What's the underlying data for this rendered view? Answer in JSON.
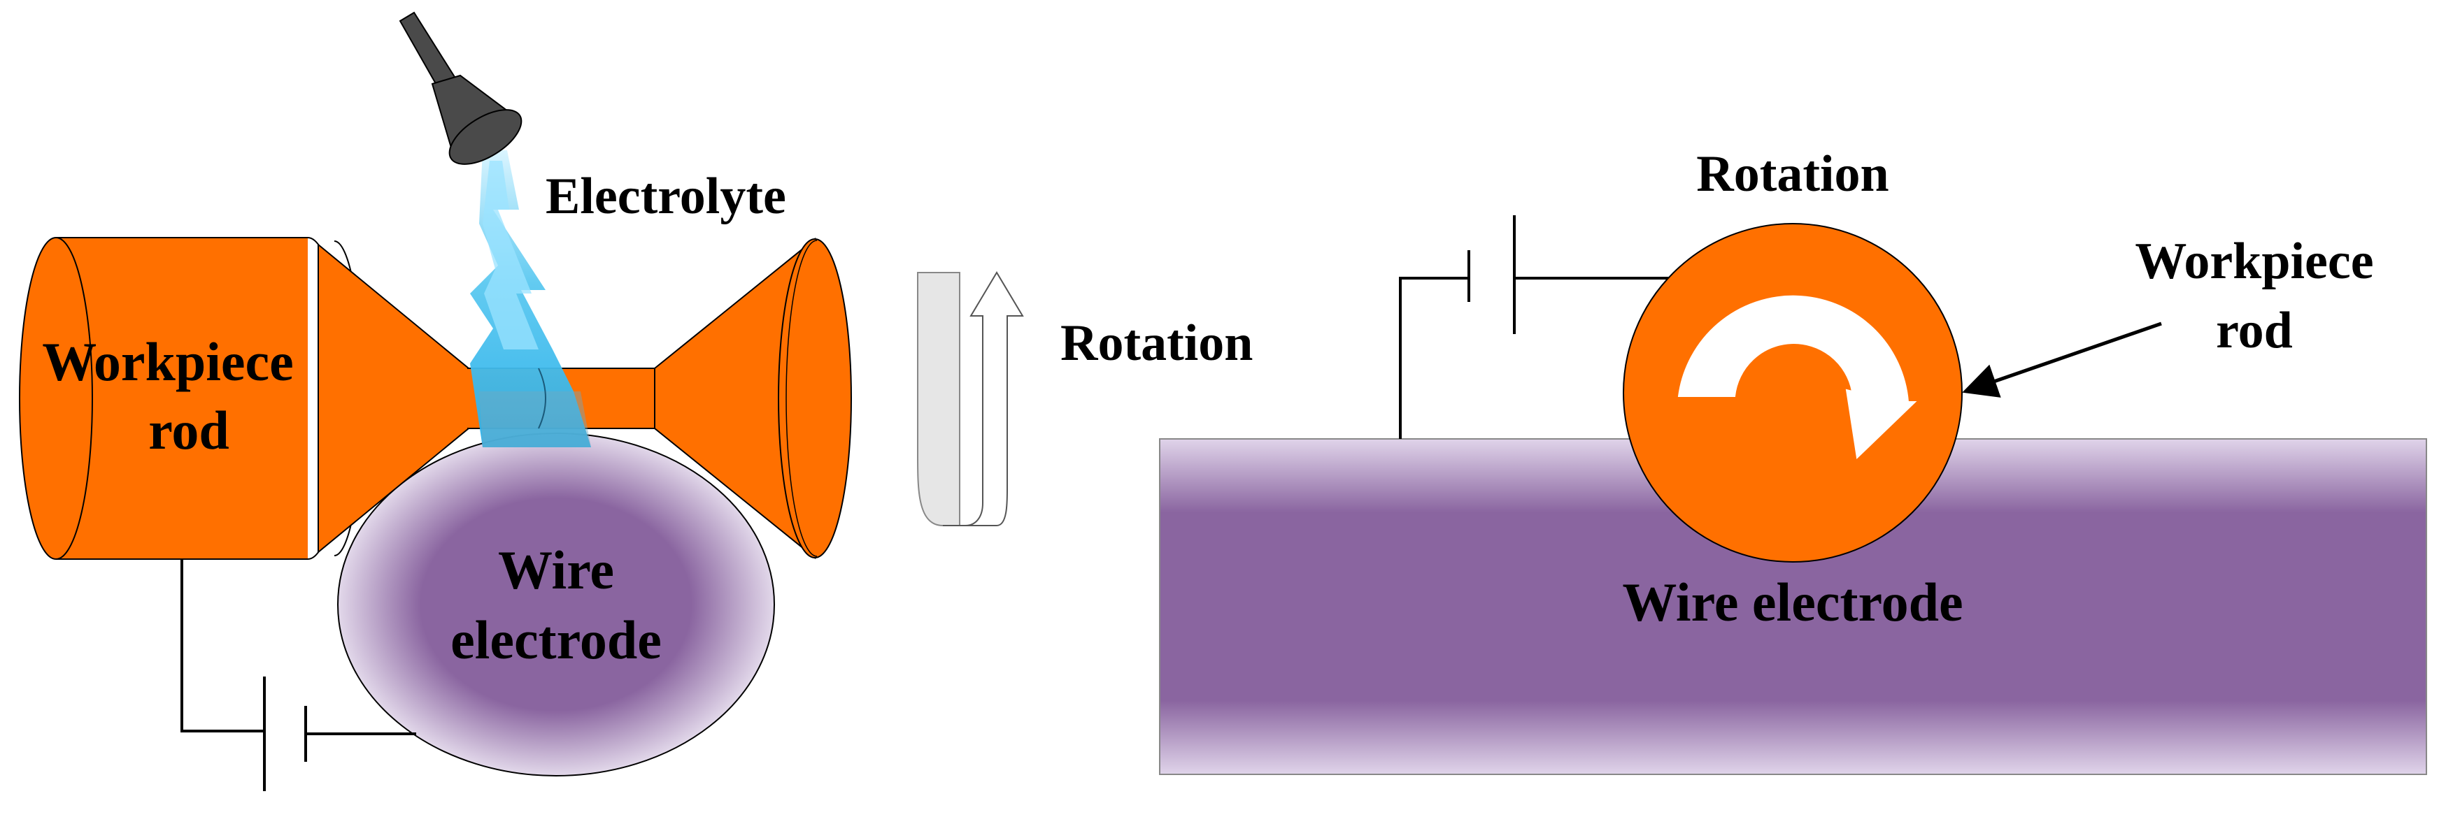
{
  "left_panel": {
    "workpiece_line1": "Workpiece",
    "workpiece_line2": "rod",
    "wire_line1": "Wire",
    "wire_line2": "electrode",
    "electrolyte_label": "Electrolyte",
    "rotation_label": "Rotation"
  },
  "right_panel": {
    "rotation_label": "Rotation",
    "workpiece_line1": "Workpiece",
    "workpiece_line2": "rod",
    "wire_label": "Wire electrode"
  },
  "colors": {
    "workpiece": "#FF7000",
    "wire": "#8A65A0",
    "wire_edge": "#D8CCE0",
    "electrolyte_jet": "#5AC8F0",
    "nozzle": "#4A4A4A",
    "rotation_arrow": "#E6E6E6"
  },
  "icons": {
    "nozzle": "nozzle-icon",
    "rotation_arrow": "curved-rotation-arrow-icon",
    "power_supply": "dc-power-supply-symbol"
  }
}
